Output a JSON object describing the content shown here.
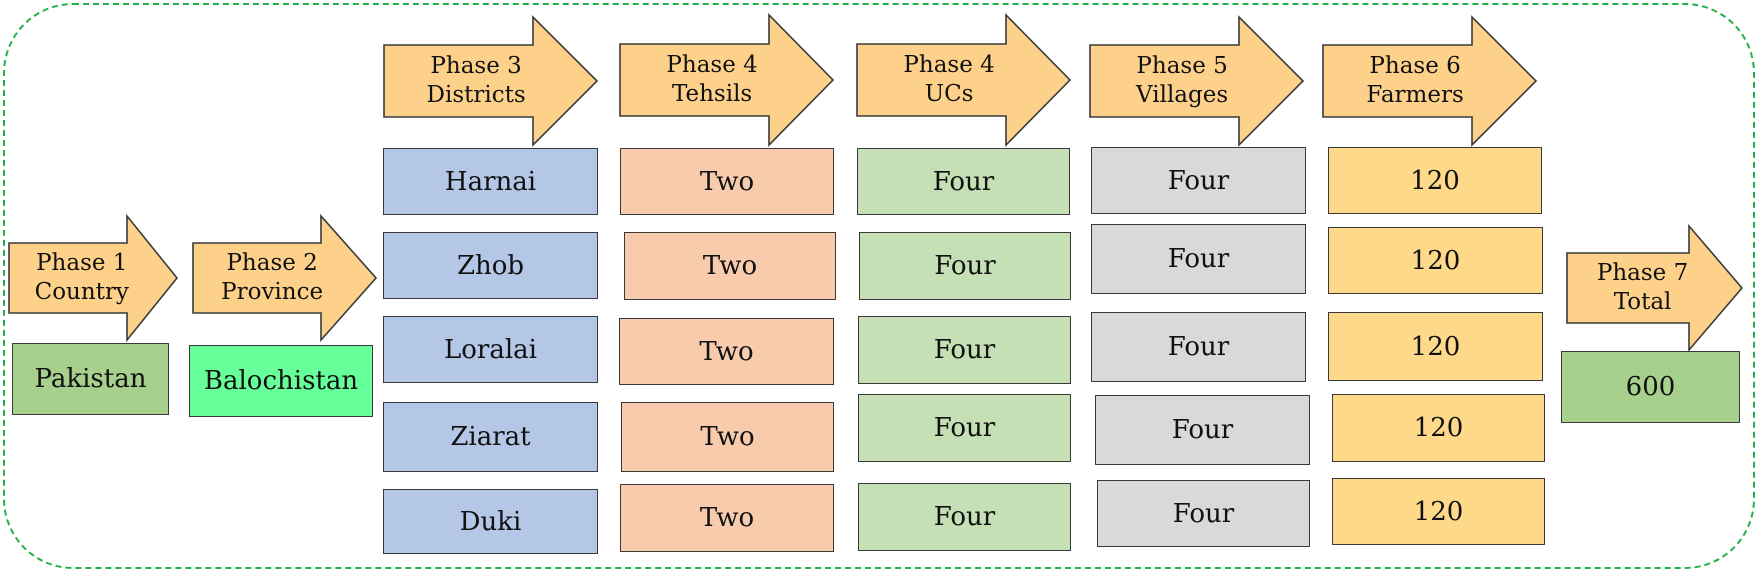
{
  "colors": {
    "frame": "#22b04a",
    "arrow_fill": "#fdd18a",
    "arrow_stroke": "#3a3a3a",
    "country": "#a8d08d",
    "province": "#66ff99",
    "districts": "#b4c7e7",
    "tehsils": "#f8cbad",
    "ucs": "#c5e0b4",
    "villages": "#d9d9d9",
    "farmers": "#ffd98a",
    "total": "#a8d08d"
  },
  "phases": [
    {
      "line1": "Phase 1",
      "line2": "Country"
    },
    {
      "line1": "Phase 2",
      "line2": "Province"
    },
    {
      "line1": "Phase 3",
      "line2": "Districts"
    },
    {
      "line1": "Phase 4",
      "line2": "Tehsils"
    },
    {
      "line1": "Phase 4",
      "line2": "UCs"
    },
    {
      "line1": "Phase 5",
      "line2": "Villages"
    },
    {
      "line1": "Phase 6",
      "line2": "Farmers"
    },
    {
      "line1": "Phase 7",
      "line2": "Total"
    }
  ],
  "country": "Pakistan",
  "province": "Balochistan",
  "districts": [
    "Harnai",
    "Zhob",
    "Loralai",
    "Ziarat",
    "Duki"
  ],
  "tehsils": [
    "Two",
    "Two",
    "Two",
    "Two",
    "Two"
  ],
  "ucs": [
    "Four",
    "Four",
    "Four",
    "Four",
    "Four"
  ],
  "villages": [
    "Four",
    "Four",
    "Four",
    "Four",
    "Four"
  ],
  "farmers": [
    "120",
    "120",
    "120",
    "120",
    "120"
  ],
  "total": "600"
}
